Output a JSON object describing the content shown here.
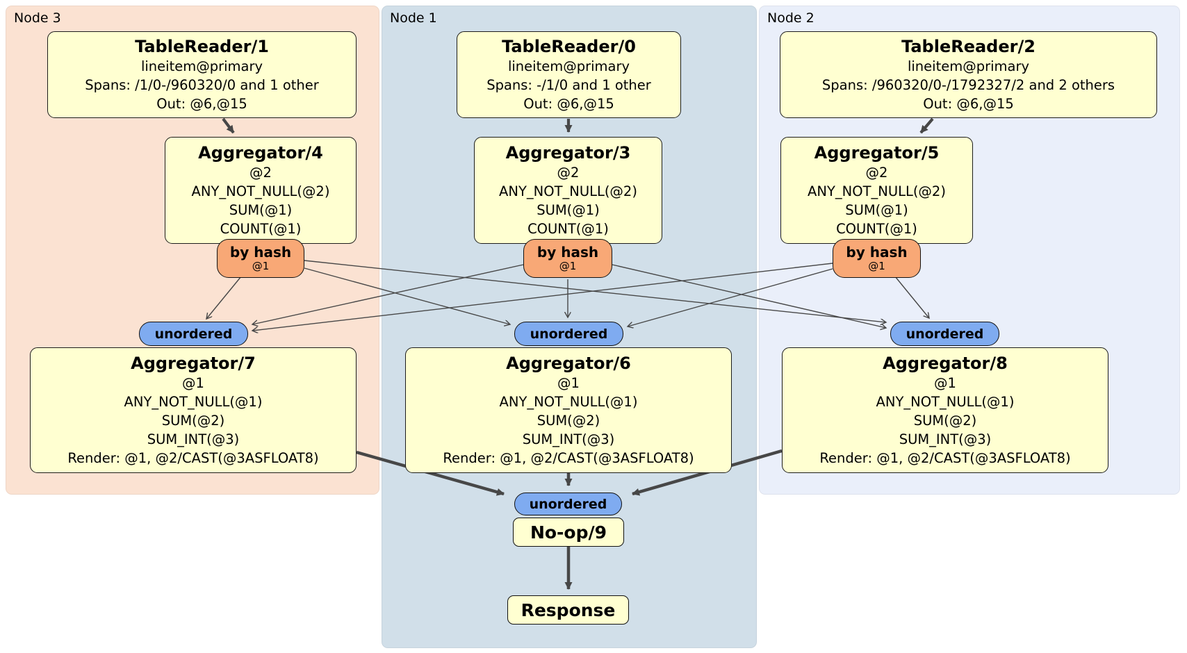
{
  "colors": {
    "node3_bg": "#fbe2d2",
    "node1_bg": "#d1dfe9",
    "node2_bg": "#eaeffa",
    "box_fill": "#ffffd1",
    "box_border": "#1c1c1c",
    "router_fill": "#f8a876",
    "sync_fill": "#7fabf0",
    "edge": "#474747"
  },
  "nodes": [
    {
      "label": "Node 3",
      "table_reader": {
        "title": "TableReader/1",
        "rows": [
          "lineitem@primary",
          "Spans: /1/0-/960320/0 and 1 other",
          "Out: @6,@15"
        ]
      },
      "pre_aggregator": {
        "title": "Aggregator/4",
        "rows": [
          "@2",
          "ANY_NOT_NULL(@2)",
          "SUM(@1)",
          "COUNT(@1)"
        ]
      },
      "router": {
        "label": "by hash",
        "key": "@1"
      },
      "sync": {
        "label": "unordered"
      },
      "final_aggregator": {
        "title": "Aggregator/7",
        "rows": [
          "@1",
          "ANY_NOT_NULL(@1)",
          "SUM(@2)",
          "SUM_INT(@3)",
          "Render: @1, @2/CAST(@3ASFLOAT8)"
        ]
      }
    },
    {
      "label": "Node 1",
      "table_reader": {
        "title": "TableReader/0",
        "rows": [
          "lineitem@primary",
          "Spans: -/1/0 and 1 other",
          "Out: @6,@15"
        ]
      },
      "pre_aggregator": {
        "title": "Aggregator/3",
        "rows": [
          "@2",
          "ANY_NOT_NULL(@2)",
          "SUM(@1)",
          "COUNT(@1)"
        ]
      },
      "router": {
        "label": "by hash",
        "key": "@1"
      },
      "sync": {
        "label": "unordered"
      },
      "final_aggregator": {
        "title": "Aggregator/6",
        "rows": [
          "@1",
          "ANY_NOT_NULL(@1)",
          "SUM(@2)",
          "SUM_INT(@3)",
          "Render: @1, @2/CAST(@3ASFLOAT8)"
        ]
      }
    },
    {
      "label": "Node 2",
      "table_reader": {
        "title": "TableReader/2",
        "rows": [
          "lineitem@primary",
          "Spans: /960320/0-/1792327/2 and 2 others",
          "Out: @6,@15"
        ]
      },
      "pre_aggregator": {
        "title": "Aggregator/5",
        "rows": [
          "@2",
          "ANY_NOT_NULL(@2)",
          "SUM(@1)",
          "COUNT(@1)"
        ]
      },
      "router": {
        "label": "by hash",
        "key": "@1"
      },
      "sync": {
        "label": "unordered"
      },
      "final_aggregator": {
        "title": "Aggregator/8",
        "rows": [
          "@1",
          "ANY_NOT_NULL(@1)",
          "SUM(@2)",
          "SUM_INT(@3)",
          "Render: @1, @2/CAST(@3ASFLOAT8)"
        ]
      }
    }
  ],
  "output": {
    "sync": {
      "label": "unordered"
    },
    "noop": {
      "title": "No-op/9"
    },
    "response": {
      "title": "Response"
    }
  }
}
